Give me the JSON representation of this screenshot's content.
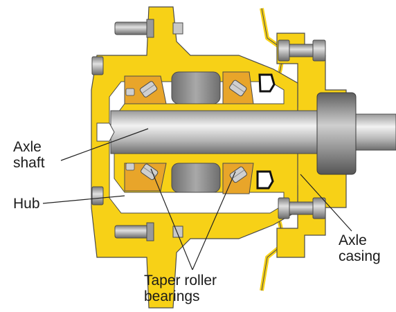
{
  "diagram": {
    "labels": {
      "axle_shaft": [
        "Axle",
        "shaft"
      ],
      "hub": "Hub",
      "axle_casing": [
        "Axle",
        "casing"
      ],
      "taper_roller_bearings": [
        "Taper roller",
        "bearings"
      ]
    },
    "colors": {
      "hub": "#f7d117",
      "hub_outline": "#4a4a4a",
      "casing": "#f7d117",
      "bearing_race": "#e8a52a",
      "bearing_roller": "#c8c8c8",
      "steel": "#8c8c8c",
      "shaft_light": "#e6e6e6",
      "leader_line": "#222222"
    }
  }
}
